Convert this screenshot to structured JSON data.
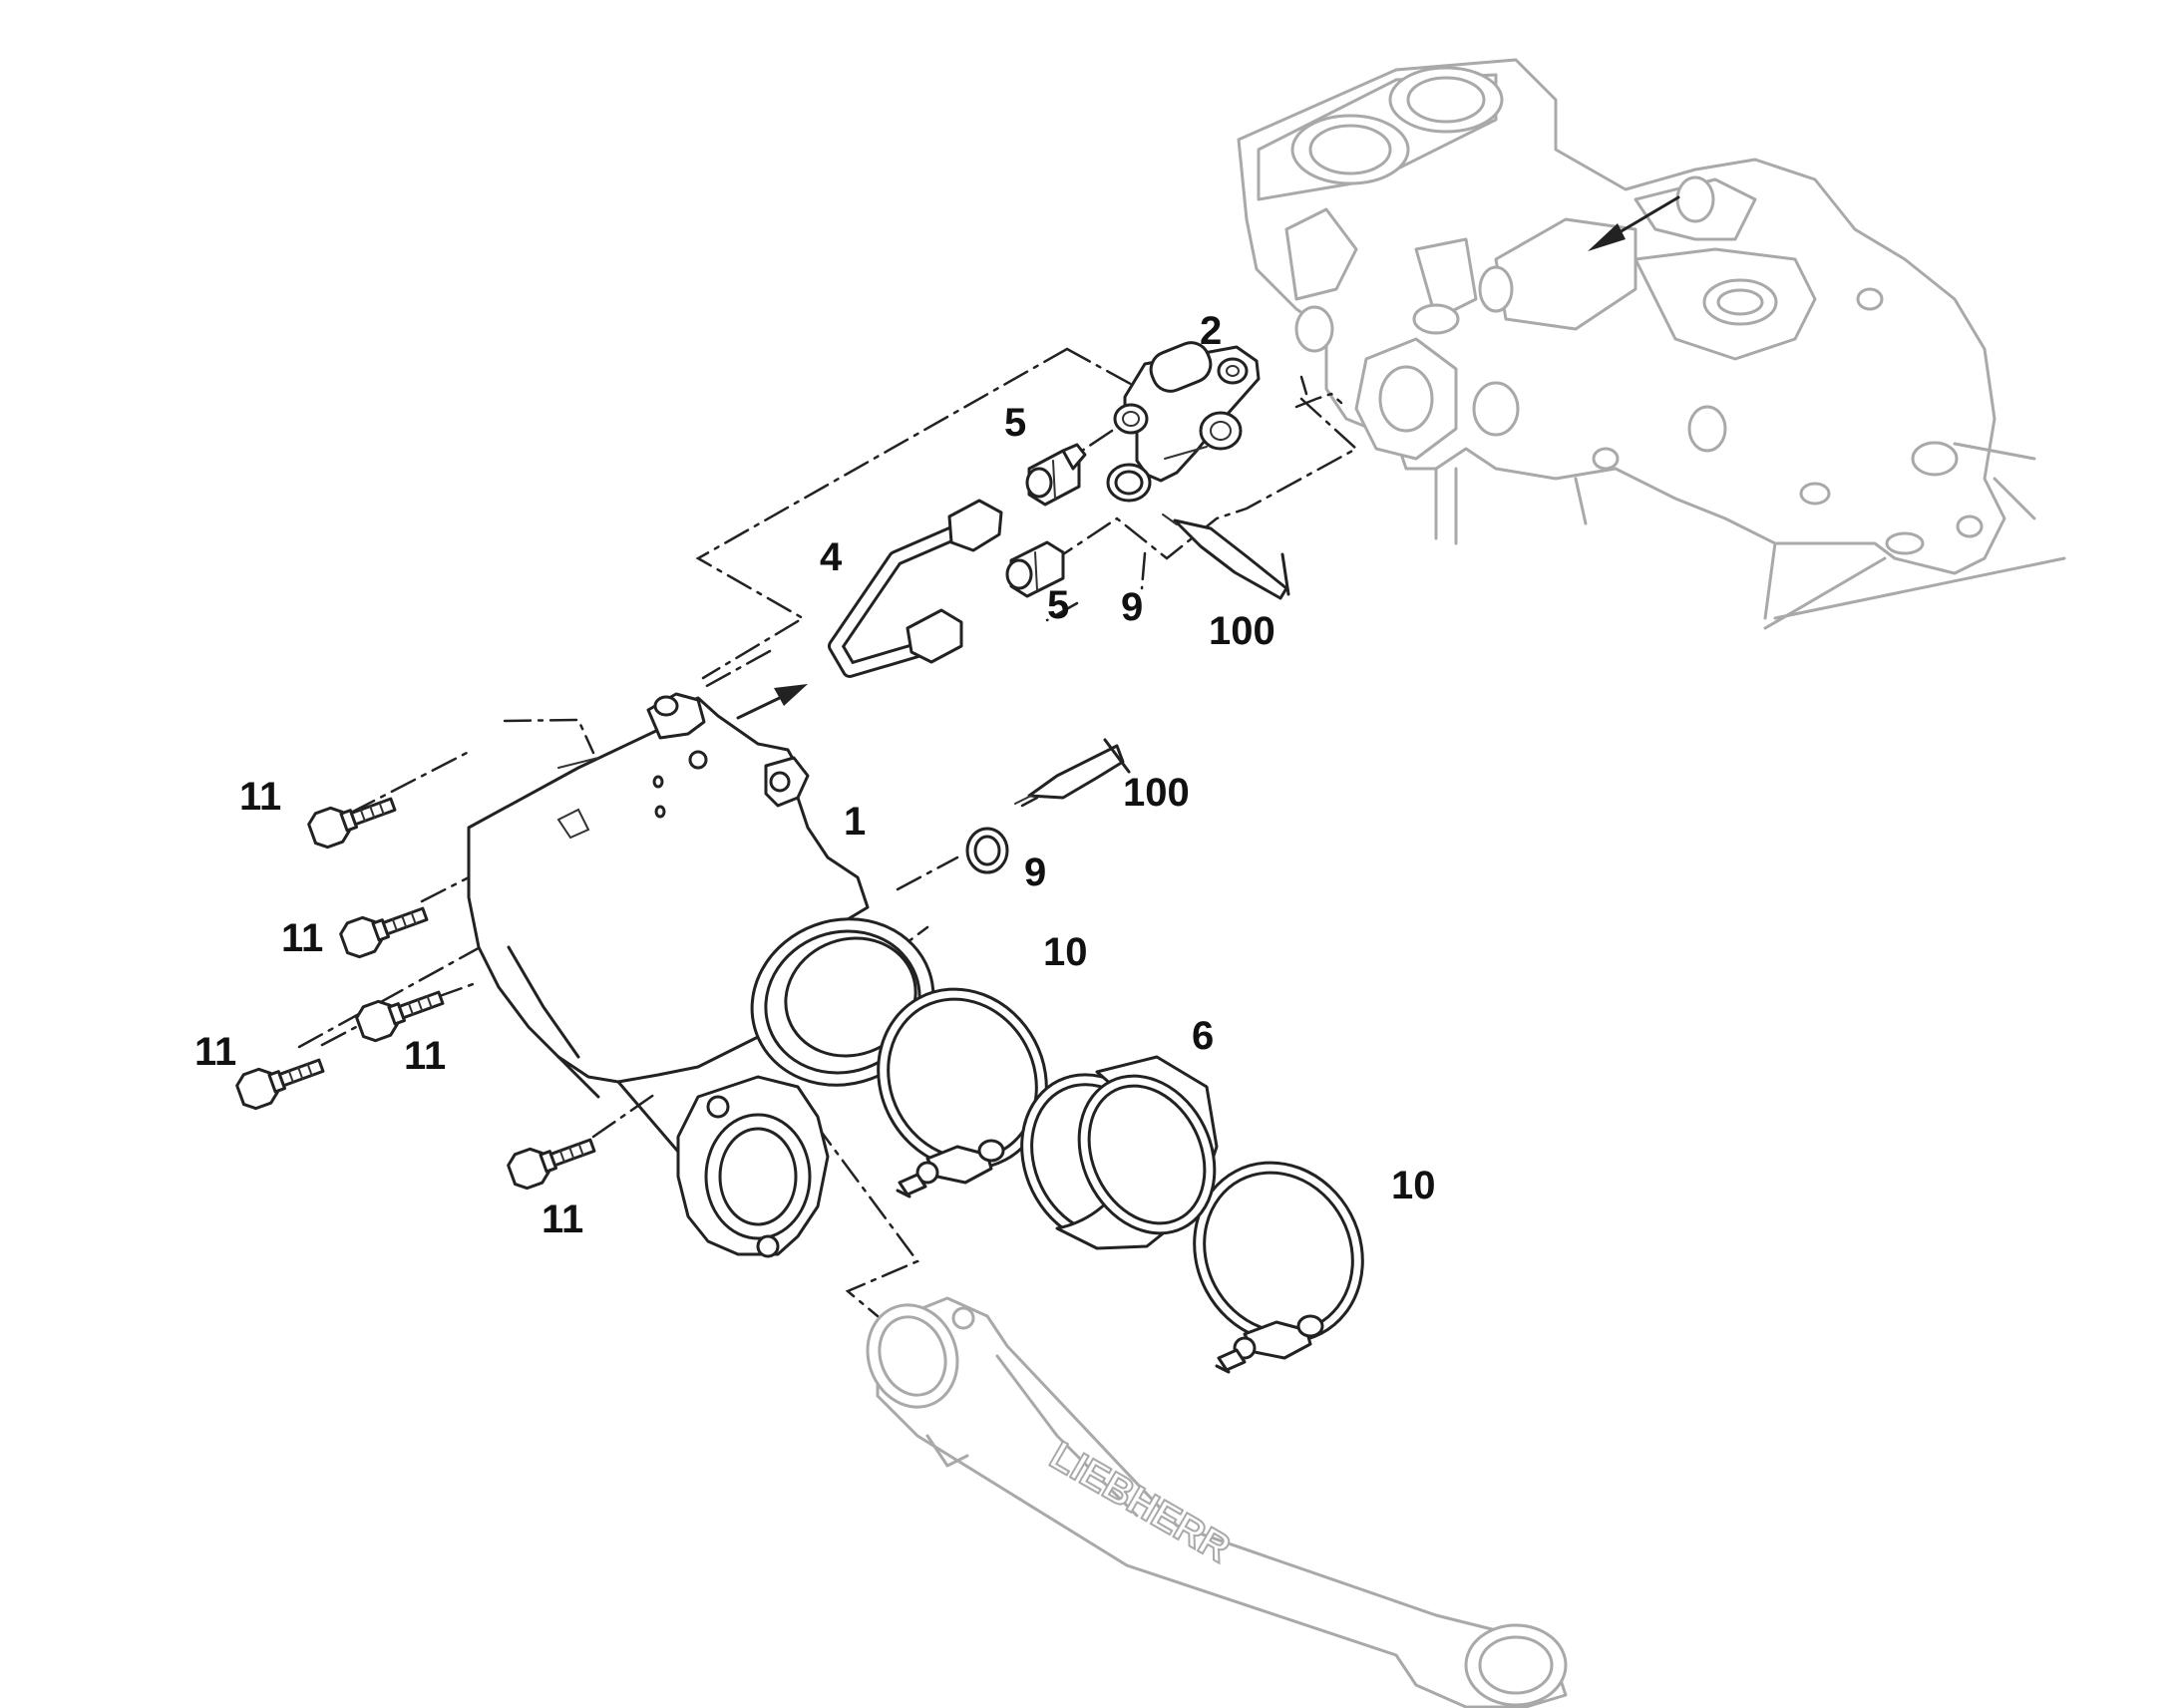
{
  "diagram": {
    "brand_text": "LIEBHERR",
    "callouts": {
      "c1": "1",
      "c2": "2",
      "c4": "4",
      "c5a": "5",
      "c5b": "5",
      "c6": "6",
      "c9a": "9",
      "c9b": "9",
      "c10a": "10",
      "c10b": "10",
      "c11a": "11",
      "c11b": "11",
      "c11c": "11",
      "c11d": "11",
      "c11e": "11",
      "c100a": "100",
      "c100b": "100"
    }
  }
}
